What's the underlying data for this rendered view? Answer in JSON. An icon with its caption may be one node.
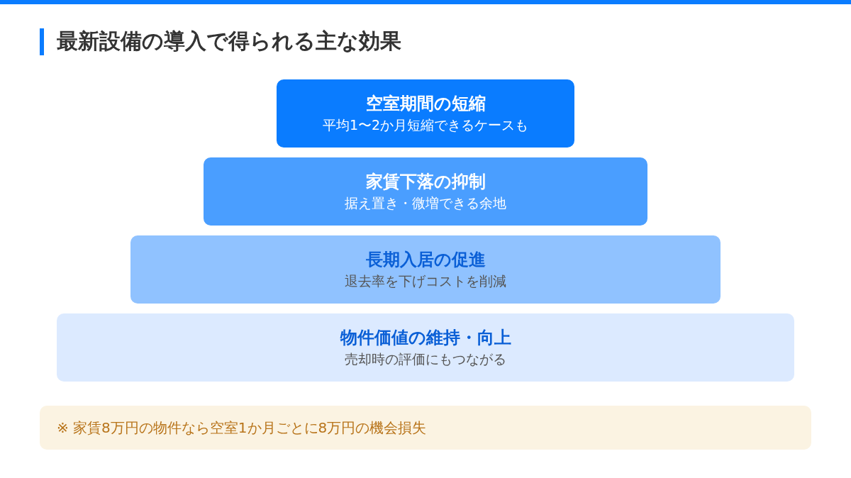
{
  "diagram": {
    "title": "最新設備の導入で得られる主な効果",
    "nodes": [
      {
        "text": [
          "空室期間の短縮",
          "平均1〜2か月短縮できるケースも"
        ]
      },
      {
        "text": [
          "家賃下落の抑制",
          "据え置き・微増できる余地"
        ]
      },
      {
        "text": [
          "長期入居の促進",
          "退去率を下げコストを削減"
        ]
      },
      {
        "text": [
          "物件価値の維持・向上",
          "売却時の評価にもつながる"
        ]
      },
      {
        "text": [
          "※ 家賃8万円の物件なら空室1か月ごとに8万円の機会損失"
        ]
      }
    ]
  }
}
